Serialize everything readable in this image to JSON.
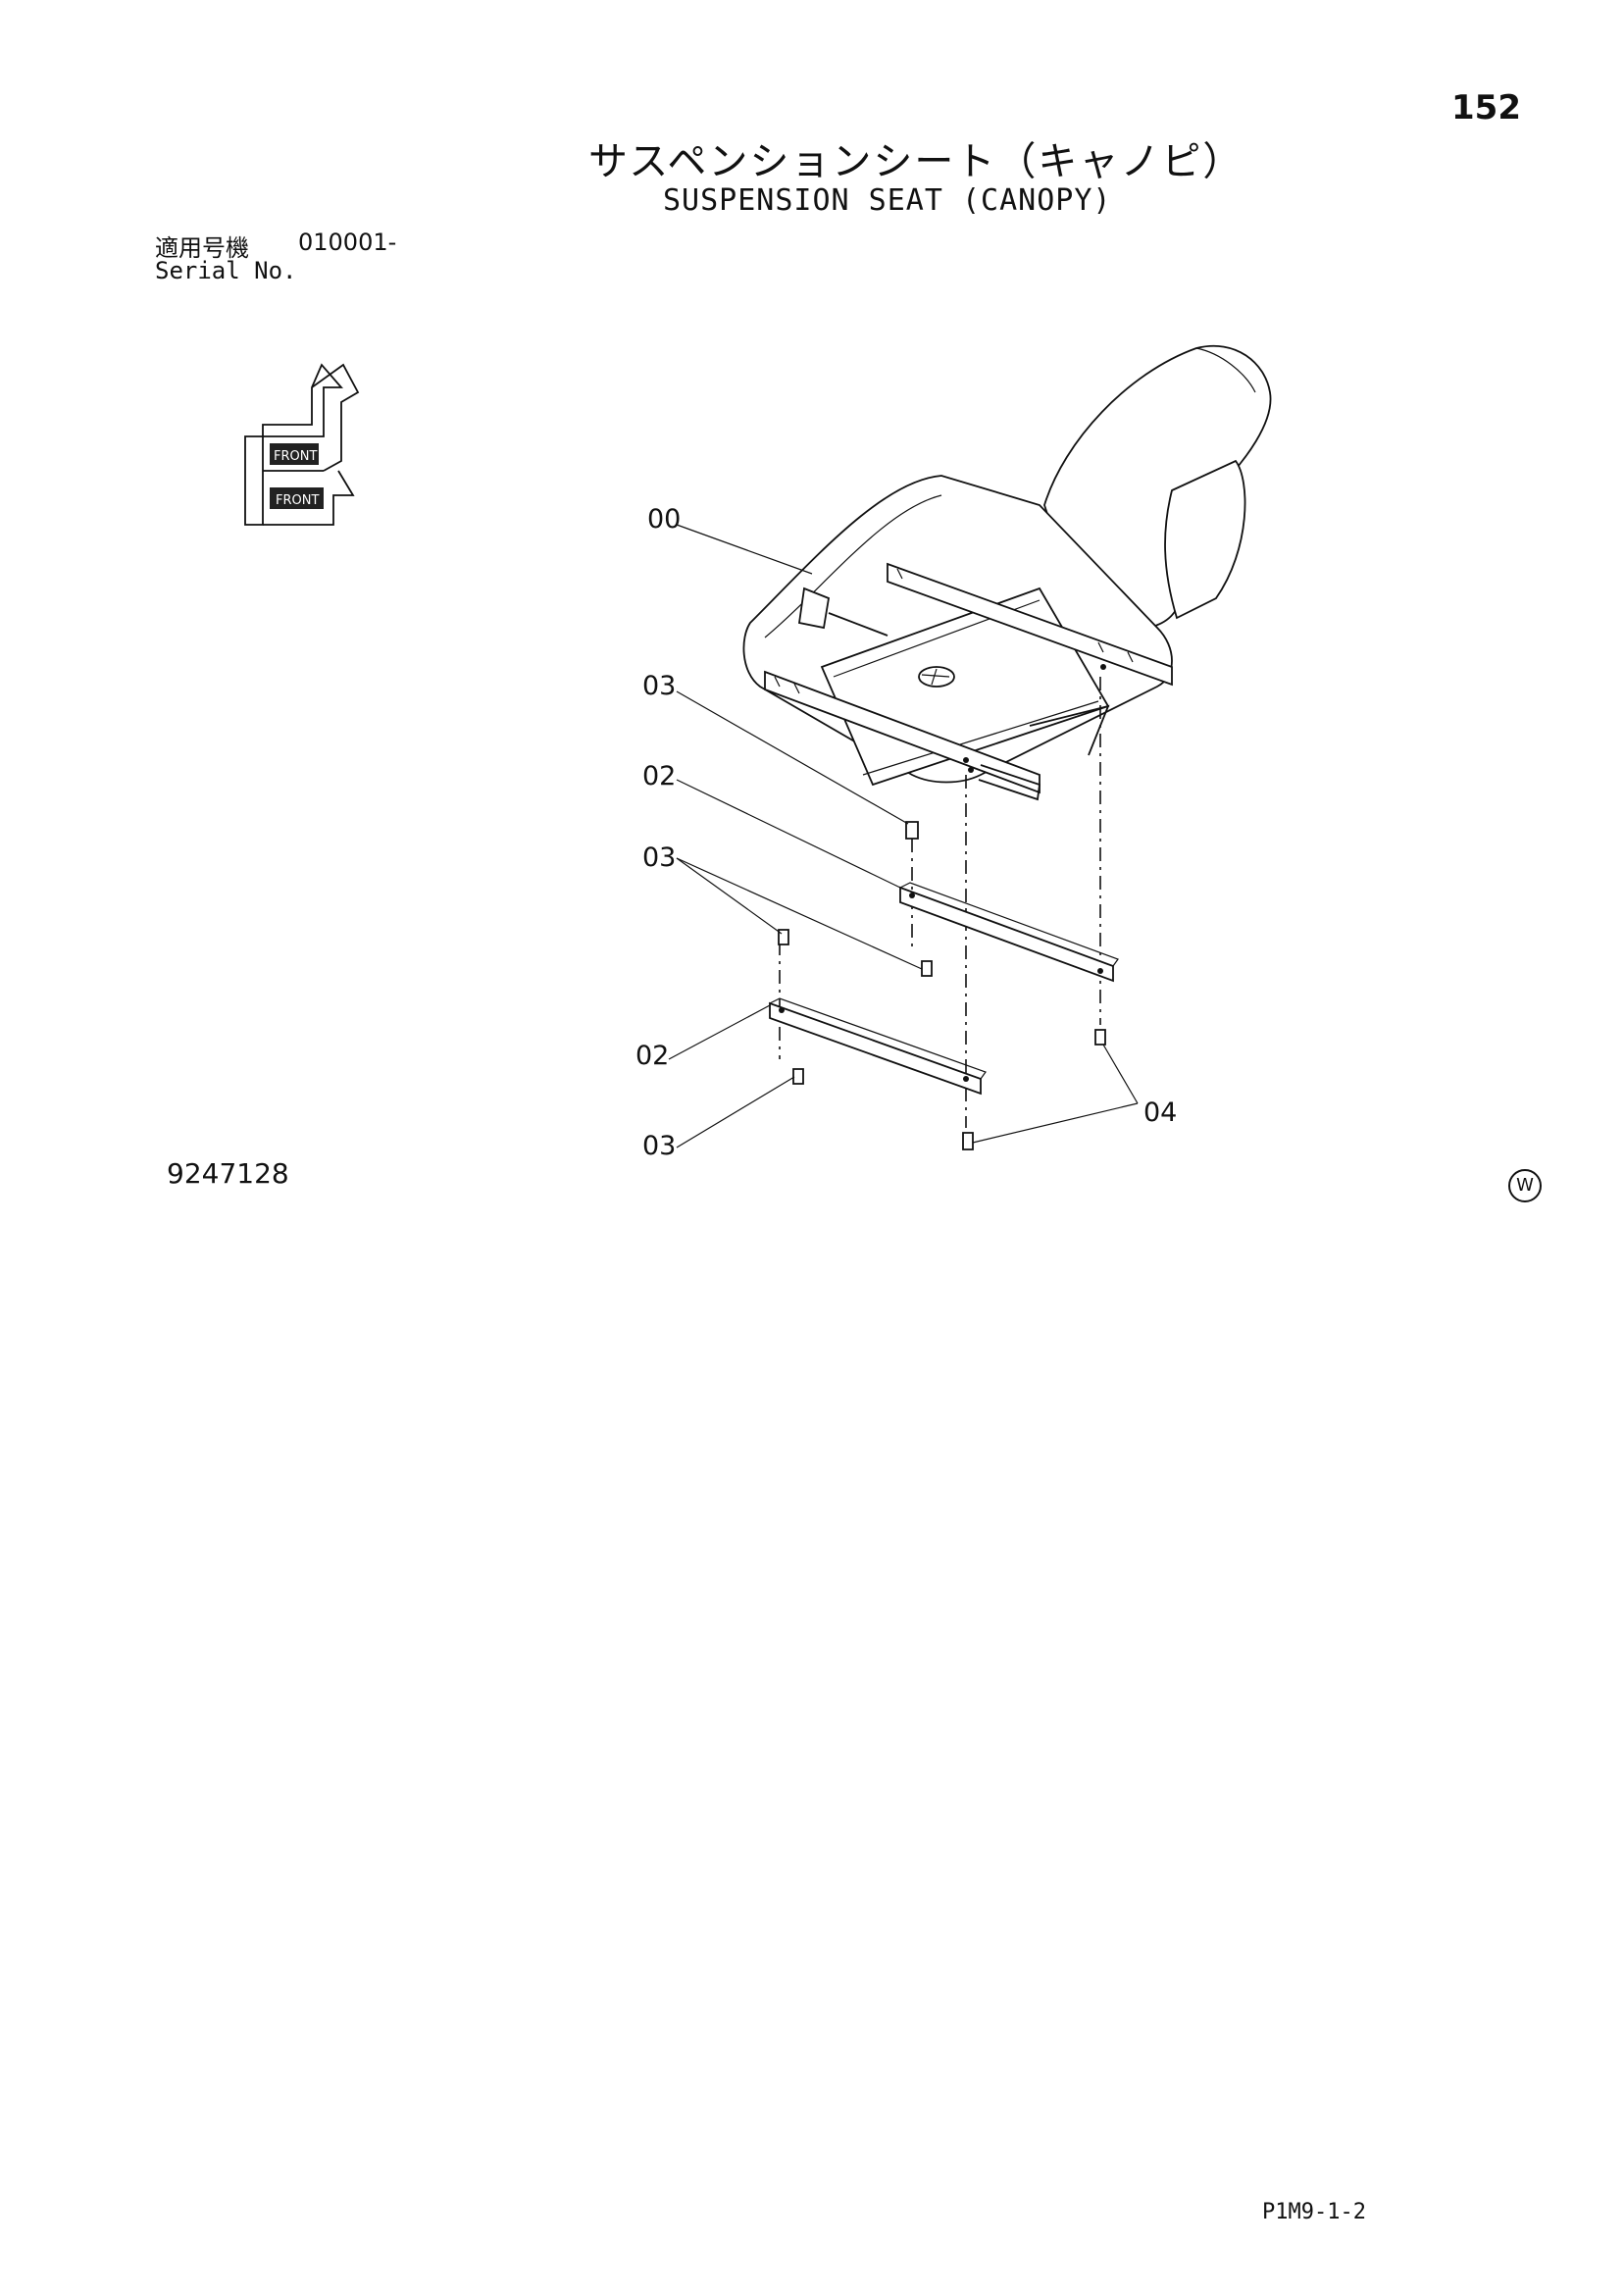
{
  "page": {
    "page_number": "152",
    "title_jp": "サスペンションシート（キャノピ）",
    "title_en": "SUSPENSION SEAT (CANOPY)",
    "serial_label_jp": "適用号機",
    "serial_value": "010001-",
    "serial_label_en": "Serial No.",
    "drawing_number": "9247128",
    "w_mark": "W",
    "footer_code": "P1M9-1-2"
  },
  "callouts": {
    "c00": "00",
    "c03a": "03",
    "c02a": "02",
    "c03b": "03",
    "c02b": "02",
    "c03c": "03",
    "c04": "04"
  },
  "orientation_icon": {
    "label_1": "FRONT",
    "label_2": "FRONT"
  }
}
